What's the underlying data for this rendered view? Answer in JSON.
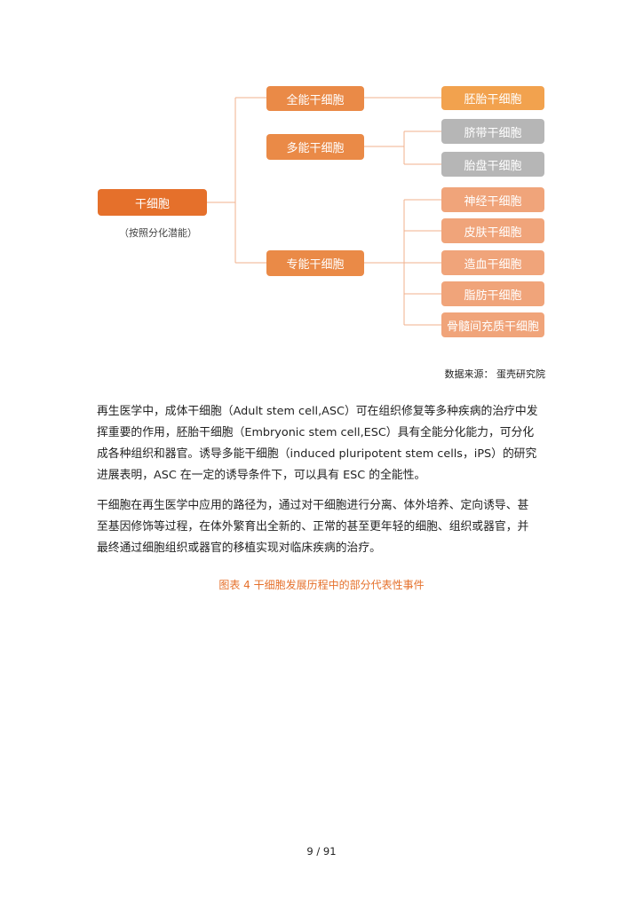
{
  "diagram": {
    "root": {
      "label": "干细胞",
      "note": "（按照分化潜能）"
    },
    "categories": [
      {
        "label": "全能干细胞",
        "children": [
          {
            "label": "胚胎干细胞",
            "color": "#f2a24e"
          }
        ]
      },
      {
        "label": "多能干细胞",
        "children": [
          {
            "label": "脐带干细胞",
            "color": "#b6b6b6"
          },
          {
            "label": "胎盘干细胞",
            "color": "#b6b6b6"
          }
        ]
      },
      {
        "label": "专能干细胞",
        "children": [
          {
            "label": "神经干细胞",
            "color": "#f0a47a"
          },
          {
            "label": "皮肤干细胞",
            "color": "#f0a47a"
          },
          {
            "label": "造血干细胞",
            "color": "#f0a47a"
          },
          {
            "label": "脂肪干细胞",
            "color": "#f0a47a"
          },
          {
            "label": "骨髓间充质干细胞",
            "color": "#f0a47a"
          }
        ]
      }
    ],
    "line_color": "#f1b28d",
    "accent_color": "#e5702b"
  },
  "source": "数据来源：  蛋壳研究院",
  "paragraphs": [
    [
      "再生医学中，成体干细胞（Adult stem cell,ASC）可在组织修复等多种疾病的治疗中发",
      "挥重要的作用，胚胎干细胞（Embryonic stem cell,ESC）具有全能分化能力，可分化",
      "成各种组织和器官。诱导多能干细胞（induced pluripotent stem cells，iPS）的研究",
      "进展表明，ASC 在一定的诱导条件下，可以具有 ESC 的全能性。"
    ],
    [
      "干细胞在再生医学中应用的路径为，通过对干细胞进行分离、体外培养、定向诱导、甚",
      "至基因修饰等过程，在体外繁育出全新的、正常的甚至更年轻的细胞、组织或器官，并",
      "最终通过细胞组织或器官的移植实现对临床疾病的治疗。"
    ]
  ],
  "caption": "图表  4  干细胞发展历程中的部分代表性事件",
  "page_number": "9 / 91"
}
